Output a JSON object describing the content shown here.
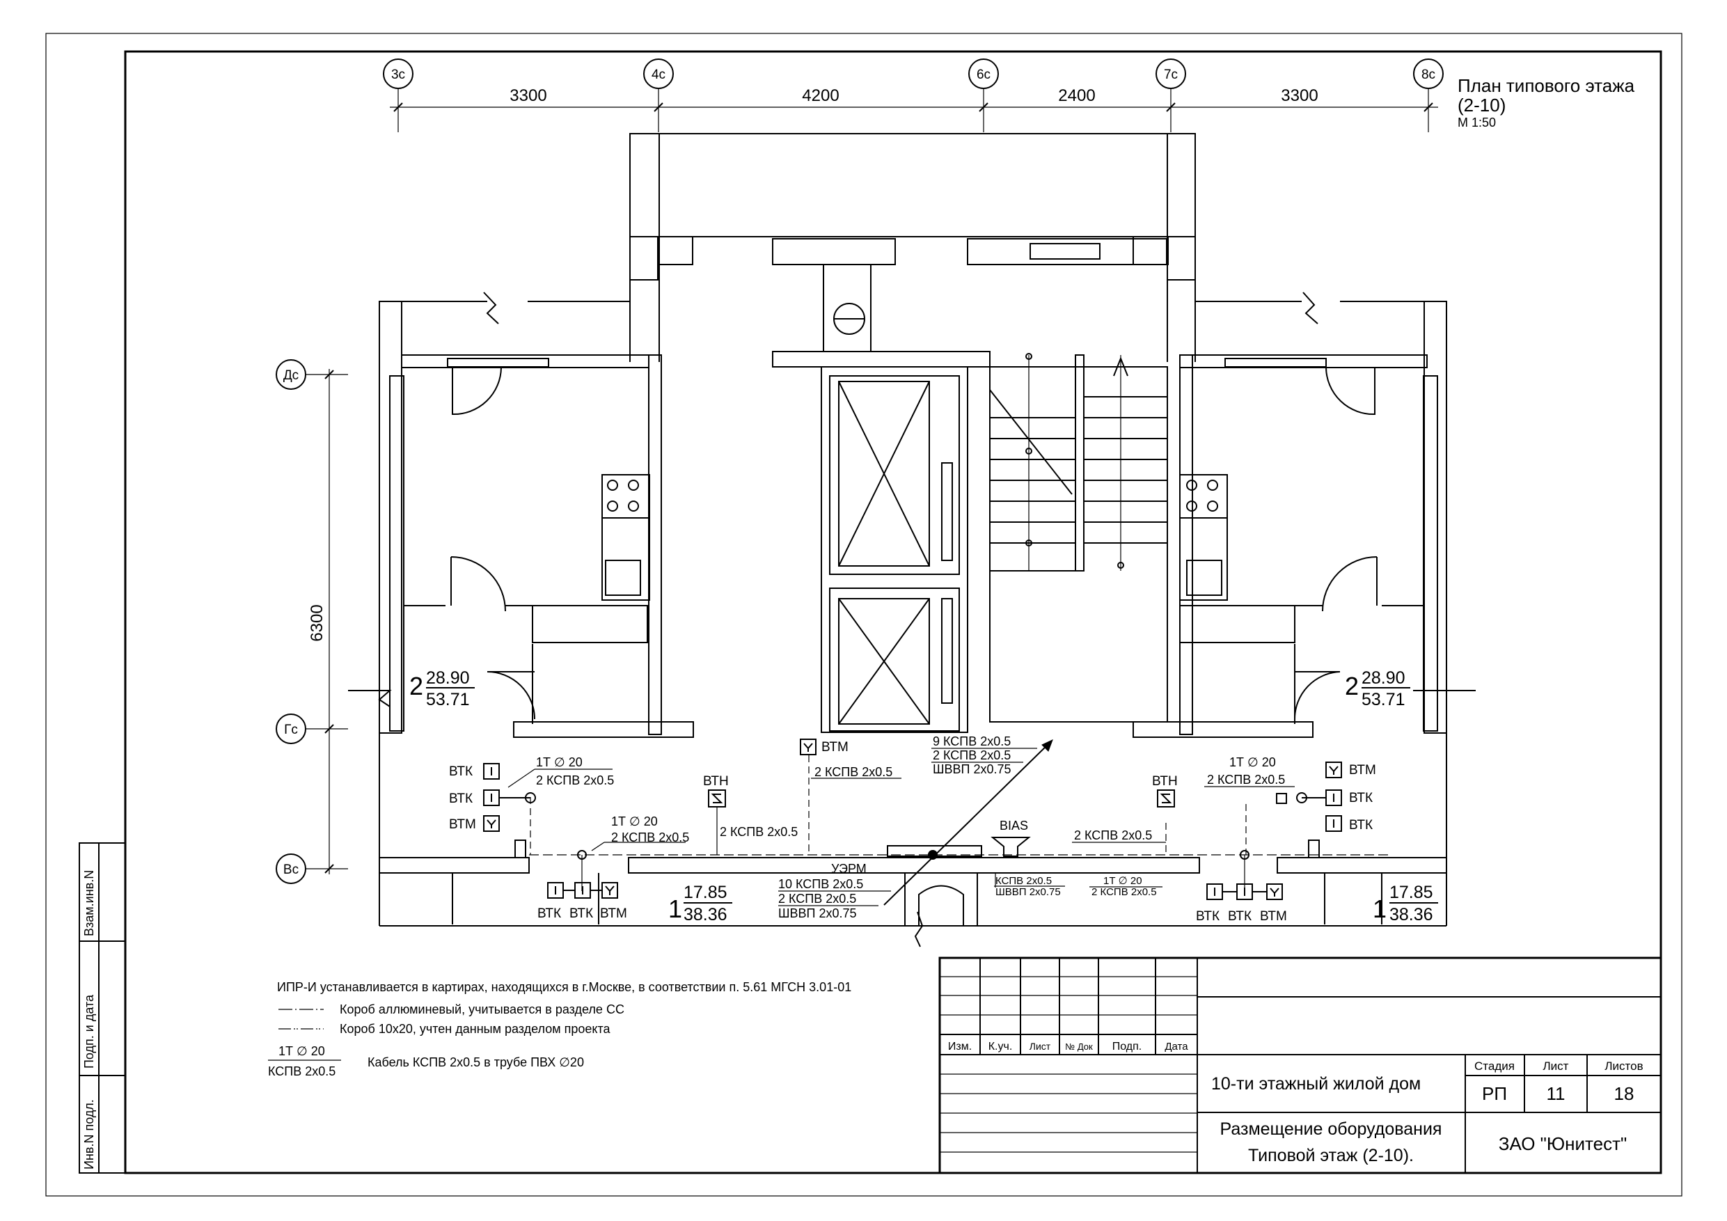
{
  "sheet": {
    "title_line1": "План типового этажа",
    "title_line2": "(2-10)",
    "scale": "М 1:50"
  },
  "axes": {
    "columns": [
      "3с",
      "4с",
      "6с",
      "7с",
      "8с"
    ],
    "rows": [
      "Дс",
      "Гс",
      "Вс"
    ],
    "column_dims": [
      "3300",
      "4200",
      "2400",
      "3300"
    ],
    "row_dim": "6300"
  },
  "apartments": {
    "left_top": {
      "num": "2",
      "living": "28.90",
      "total": "53.71"
    },
    "right_top": {
      "num": "2",
      "living": "28.90",
      "total": "53.71"
    },
    "left_bottom": {
      "num": "1",
      "living": "17.85",
      "total": "38.36"
    },
    "right_bottom": {
      "num": "1",
      "living": "17.85",
      "total": "38.36"
    }
  },
  "labels": {
    "vtk": "ВТК",
    "vtm": "ВТМ",
    "vtn": "ВТН",
    "bias": "BIAS",
    "uerm": "УЭРМ",
    "pipe": "1Т ∅ 20",
    "kspv2": "2 КСПВ 2х0.5",
    "riser_top1": "9 КСПВ 2х0.5",
    "riser_top2": "2 КСПВ 2х0.5",
    "riser_top3": "ШВВП 2х0.75",
    "riser_bot1": "10 КСПВ 2х0.5",
    "riser_bot2": "2 КСПВ 2х0.5",
    "riser_bot3": "ШВВП 2х0.75",
    "bias_c1": "КСПВ 2х0.5",
    "bias_c2": "ШВВП 2х0.75",
    "small_pipe": "1Т ∅ 20",
    "small_cable": "2 КСПВ 2х0.5"
  },
  "notes": {
    "line1": "ИПР-И устанавливается в картирах, находящихся в г.Москве, в соответствии п. 5.61 МГСН 3.01-01",
    "legend1": "Короб аллюминевый, учитывается в разделе СС",
    "legend2": "Короб 10х20, учтен данным разделом проекта",
    "legend3_top": "1Т ∅ 20",
    "legend3_bot": "КСПВ 2х0.5",
    "legend3_text": "Кабель КСПВ 2х0.5 в трубе ПВХ ∅20"
  },
  "stamp": {
    "headers": [
      "Изм.",
      "К.уч.",
      "Лист",
      "№ Док",
      "Подп.",
      "Дата"
    ],
    "col_stage": "Стадия",
    "col_sheet": "Лист",
    "col_sheets": "Листов",
    "stage": "РП",
    "sheet": "11",
    "sheets": "18",
    "project": "10-ти этажный жилой дом",
    "doc_line1": "Размещение оборудования",
    "doc_line2": "Типовой этаж (2-10).",
    "company": "ЗАО \"Юнитест\""
  },
  "side_stamp": {
    "vzam": "Взам.инв.N",
    "podp": "Подп. и дата",
    "inv": "Инв.N подл."
  }
}
